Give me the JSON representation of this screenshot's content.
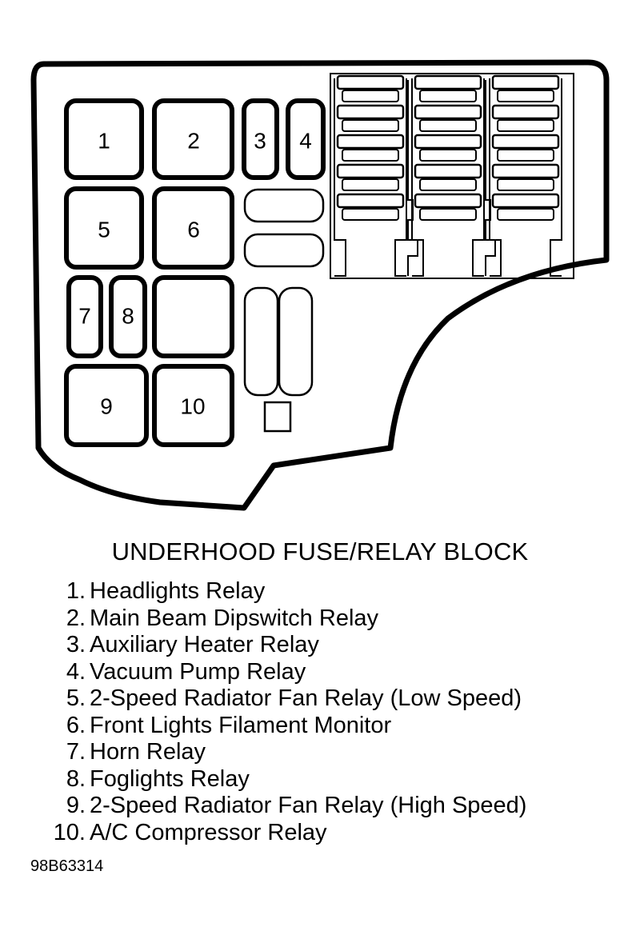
{
  "title": "UNDERHOOD FUSE/RELAY BLOCK",
  "relay_labels": [
    "1",
    "2",
    "3",
    "4",
    "5",
    "6",
    "7",
    "8",
    "9",
    "10"
  ],
  "legend": [
    {
      "num": "1.",
      "text": "Headlights Relay"
    },
    {
      "num": "2.",
      "text": "Main Beam Dipswitch Relay"
    },
    {
      "num": "3.",
      "text": "Auxiliary Heater Relay"
    },
    {
      "num": "4.",
      "text": "Vacuum Pump Relay"
    },
    {
      "num": "5.",
      "text": "2-Speed Radiator Fan Relay (Low Speed)"
    },
    {
      "num": "6.",
      "text": "Front Lights Filament Monitor"
    },
    {
      "num": "7.",
      "text": "Horn Relay"
    },
    {
      "num": "8.",
      "text": "Foglights Relay"
    },
    {
      "num": "9.",
      "text": "2-Speed Radiator Fan Relay (High Speed)"
    },
    {
      "num": "10.",
      "text": "A/C Compressor Relay"
    }
  ],
  "figure_id": "98B63314"
}
